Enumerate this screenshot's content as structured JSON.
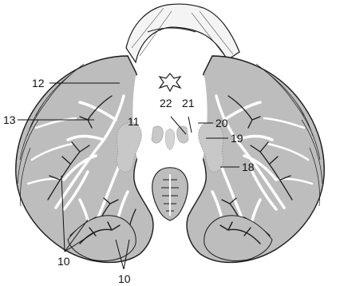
{
  "labels": {
    "l10a": "10",
    "l10b": "10",
    "l11": "11",
    "l12": "12",
    "l13": "13",
    "l18": "18",
    "l19": "19",
    "l20": "20",
    "l21": "21",
    "l22": "22"
  },
  "colors": {
    "cortex": "#bdbdbd",
    "white_matter": "#ffffff",
    "outline": "#1a1a1a",
    "nuclei": "#c8c8c8"
  }
}
